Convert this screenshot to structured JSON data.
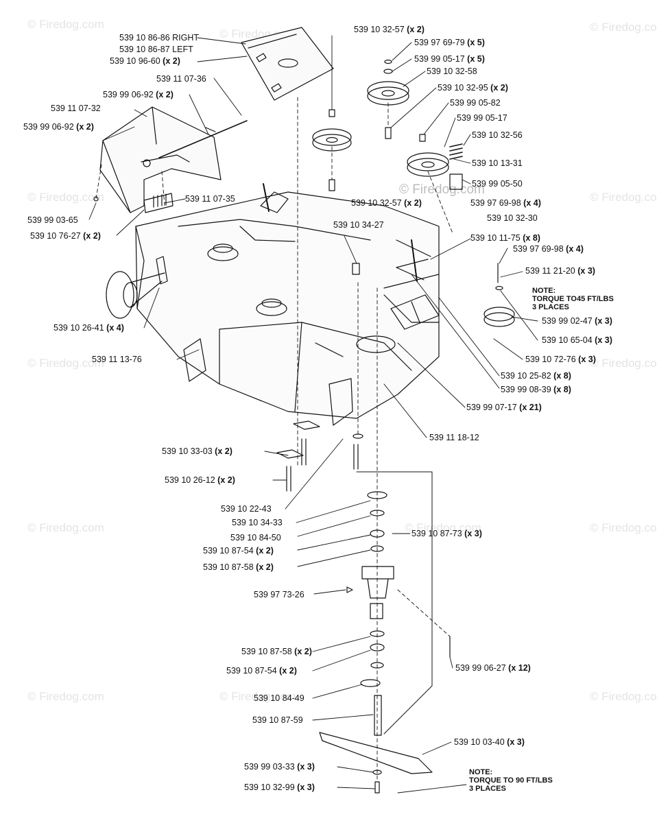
{
  "watermark": "© Firedog.com",
  "labels": [
    {
      "part": "539 10 86-86 RIGHT",
      "qty": ""
    },
    {
      "part": "539 10 86-87 LEFT",
      "qty": ""
    },
    {
      "part": "539 10 96-60",
      "qty": "(x 2)"
    },
    {
      "part": "539 11 07-36",
      "qty": ""
    },
    {
      "part": "539 99 06-92",
      "qty": "(x 2)"
    },
    {
      "part": "539 11 07-32",
      "qty": ""
    },
    {
      "part": "539 99 06-92",
      "qty": "(x 2)"
    },
    {
      "part": "539 99 03-65",
      "qty": ""
    },
    {
      "part": "539 11 07-35",
      "qty": ""
    },
    {
      "part": "539 10 76-27",
      "qty": "(x 2)"
    },
    {
      "part": "539 10 32-57",
      "qty": "(x 2)"
    },
    {
      "part": "539 97 69-79",
      "qty": "(x 5)"
    },
    {
      "part": "539 99 05-17",
      "qty": "(x 5)"
    },
    {
      "part": "539 10 32-58",
      "qty": ""
    },
    {
      "part": "539 10 32-95",
      "qty": "(x 2)"
    },
    {
      "part": "539 99 05-82",
      "qty": ""
    },
    {
      "part": "539 99 05-17",
      "qty": ""
    },
    {
      "part": "539 10 32-56",
      "qty": ""
    },
    {
      "part": "539 10 13-31",
      "qty": ""
    },
    {
      "part": "539 99 05-50",
      "qty": ""
    },
    {
      "part": "539 10 32-57",
      "qty": "(x 2)"
    },
    {
      "part": "539 97 69-98",
      "qty": "(x 4)"
    },
    {
      "part": "539 10 32-30",
      "qty": ""
    },
    {
      "part": "539 10 34-27",
      "qty": ""
    },
    {
      "part": "539 10 11-75",
      "qty": "(x 8)"
    },
    {
      "part": "539 97 69-98",
      "qty": "(x 4)"
    },
    {
      "part": "539 11 21-20",
      "qty": "(x 3)"
    },
    {
      "part": "539 99 02-47",
      "qty": "(x 3)"
    },
    {
      "part": "539 10 65-04",
      "qty": "(x 3)"
    },
    {
      "part": "539 10 72-76",
      "qty": "(x 3)"
    },
    {
      "part": "539 10 25-82",
      "qty": "(x 8)"
    },
    {
      "part": "539 99 08-39",
      "qty": "(x 8)"
    },
    {
      "part": "539 99 07-17",
      "qty": "(x 21)"
    },
    {
      "part": "539 11 18-12",
      "qty": ""
    },
    {
      "part": "539 10 26-41",
      "qty": "(x 4)"
    },
    {
      "part": "539 11 13-76",
      "qty": ""
    },
    {
      "part": "539 10 33-03",
      "qty": "(x 2)"
    },
    {
      "part": "539 10 26-12",
      "qty": "(x 2)"
    },
    {
      "part": "539 10 22-43",
      "qty": ""
    },
    {
      "part": "539 10 34-33",
      "qty": ""
    },
    {
      "part": "539 10 84-50",
      "qty": ""
    },
    {
      "part": "539 10 87-54",
      "qty": "(x 2)"
    },
    {
      "part": "539 10 87-58",
      "qty": "(x 2)"
    },
    {
      "part": "539 10 87-73",
      "qty": "(x 3)"
    },
    {
      "part": "539 97 73-26",
      "qty": ""
    },
    {
      "part": "539 10 87-58",
      "qty": "(x 2)"
    },
    {
      "part": "539 10 87-54",
      "qty": "(x 2)"
    },
    {
      "part": "539 10 84-49",
      "qty": ""
    },
    {
      "part": "539 10 87-59",
      "qty": ""
    },
    {
      "part": "539 99 06-27",
      "qty": "(x 12)"
    },
    {
      "part": "539 10 03-40",
      "qty": "(x 3)"
    },
    {
      "part": "539 99 03-33",
      "qty": "(x 3)"
    },
    {
      "part": "539 10 32-99",
      "qty": "(x 3)"
    }
  ],
  "notes": [
    {
      "title": "NOTE:",
      "line1": "TORQUE TO45 FT/LBS",
      "line2": "3 PLACES"
    },
    {
      "title": "NOTE:",
      "line1": "TORQUE TO 90 FT/LBS",
      "line2": "3 PLACES"
    }
  ]
}
